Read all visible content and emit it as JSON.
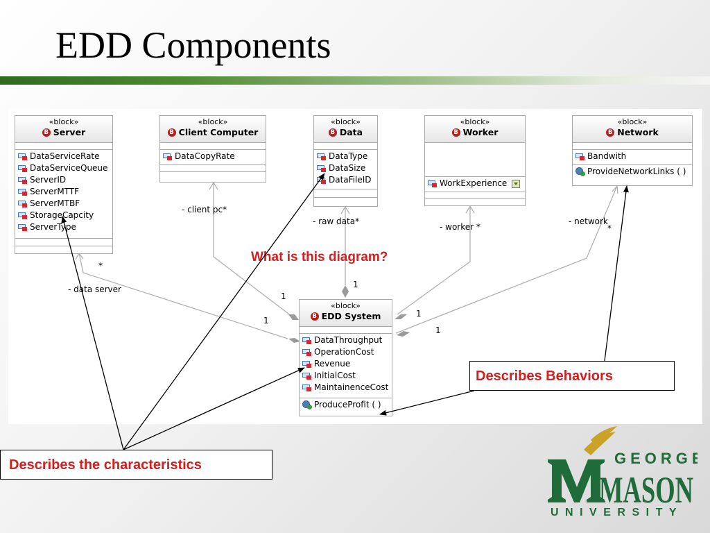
{
  "slide": {
    "title": "EDD Components"
  },
  "stereotype": "«block»",
  "blocks": {
    "server": {
      "name": "Server",
      "properties": [
        "DataServiceRate",
        "DataServiceQueue",
        "ServerID",
        "ServerMTTF",
        "ServerMTBF",
        "StorageCapcity",
        "ServerType"
      ]
    },
    "client": {
      "name": "Client Computer",
      "properties": [
        "DataCopyRate"
      ]
    },
    "data": {
      "name": "Data",
      "properties": [
        "DataType",
        "DataSize",
        "DataFileID"
      ]
    },
    "worker": {
      "name": "Worker",
      "properties": [
        "WorkExperience"
      ]
    },
    "network": {
      "name": "Network",
      "properties": [
        "Bandwith"
      ],
      "operations": [
        "ProvideNetworkLinks ( )"
      ]
    },
    "edd": {
      "name": "EDD System",
      "properties": [
        "DataThroughput",
        "OperationCost",
        "Revenue",
        "InitialCost",
        "MaintainenceCost"
      ],
      "operations": [
        "ProduceProfit ( )"
      ]
    }
  },
  "roles": {
    "client": "- client pc*",
    "data": "- raw data*",
    "worker": "- worker *",
    "network": "- network",
    "network_mult": "*",
    "server": "- data server",
    "server_mult": "*"
  },
  "multiplicities": [
    "1",
    "1",
    "1",
    "1",
    "1"
  ],
  "annotations": {
    "question": "What is this diagram?",
    "behaviors": "Describes Behaviors",
    "characteristics": "Describes the characteristics"
  },
  "logo": {
    "line1": "GEORGE",
    "line2": "MASON",
    "line3": "UNIVERSITY",
    "green": "#1f6b3a",
    "gold": "#c9a227"
  },
  "colors": {
    "title_bar": "#2f6b1e",
    "annotation_red": "#d02020"
  }
}
